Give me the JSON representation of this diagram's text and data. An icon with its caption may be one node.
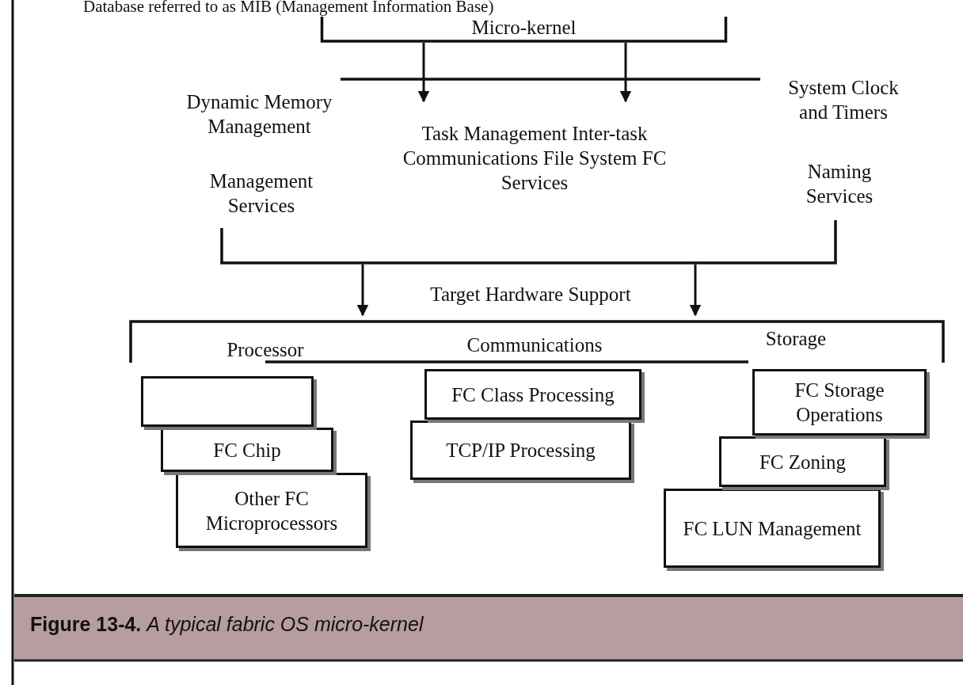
{
  "diagram": {
    "caption": "**Figure 13-4.** *A typical fabric OS micro-kernel*",
    "nodes": [
      {
        "text": [
          "Micro-kernel"
        ]
      },
      {
        "text": [
          "Dynamic Memory Management",
          "Management Services",
          "Task Management Inter-task Communications File System FC Services",
          "System Clock and Timers",
          "Naming Services"
        ]
      },
      {
        "text": [
          "Target Hardware Support",
          "Processor",
          "Communications",
          "Storage"
        ]
      },
      {
        "text": [],
        "shape": "box"
      },
      {
        "text": [
          "FC Chip"
        ]
      },
      {
        "text": [
          "Other FC Microprocessors"
        ]
      },
      {
        "text": [
          "FC Class Processing"
        ]
      },
      {
        "text": [
          "TCP/IP Processing"
        ]
      },
      {
        "text": [
          "FC Storage Operations"
        ]
      },
      {
        "text": [
          "FC Zoning"
        ]
      },
      {
        "text": [
          "FC LUN Management"
        ]
      }
    ],
    "edges": [
      {
        "from": 0,
        "to": 1,
        "arrow": "to"
      },
      {
        "from": 0,
        "to": 1,
        "arrow": "to"
      },
      {
        "from": 1,
        "to": 2,
        "arrow": "to"
      },
      {
        "from": 1,
        "to": 2,
        "arrow": "to"
      }
    ],
    "labels": [
      "Database referred to as MIB (Management Information Base)"
    ]
  }
}
